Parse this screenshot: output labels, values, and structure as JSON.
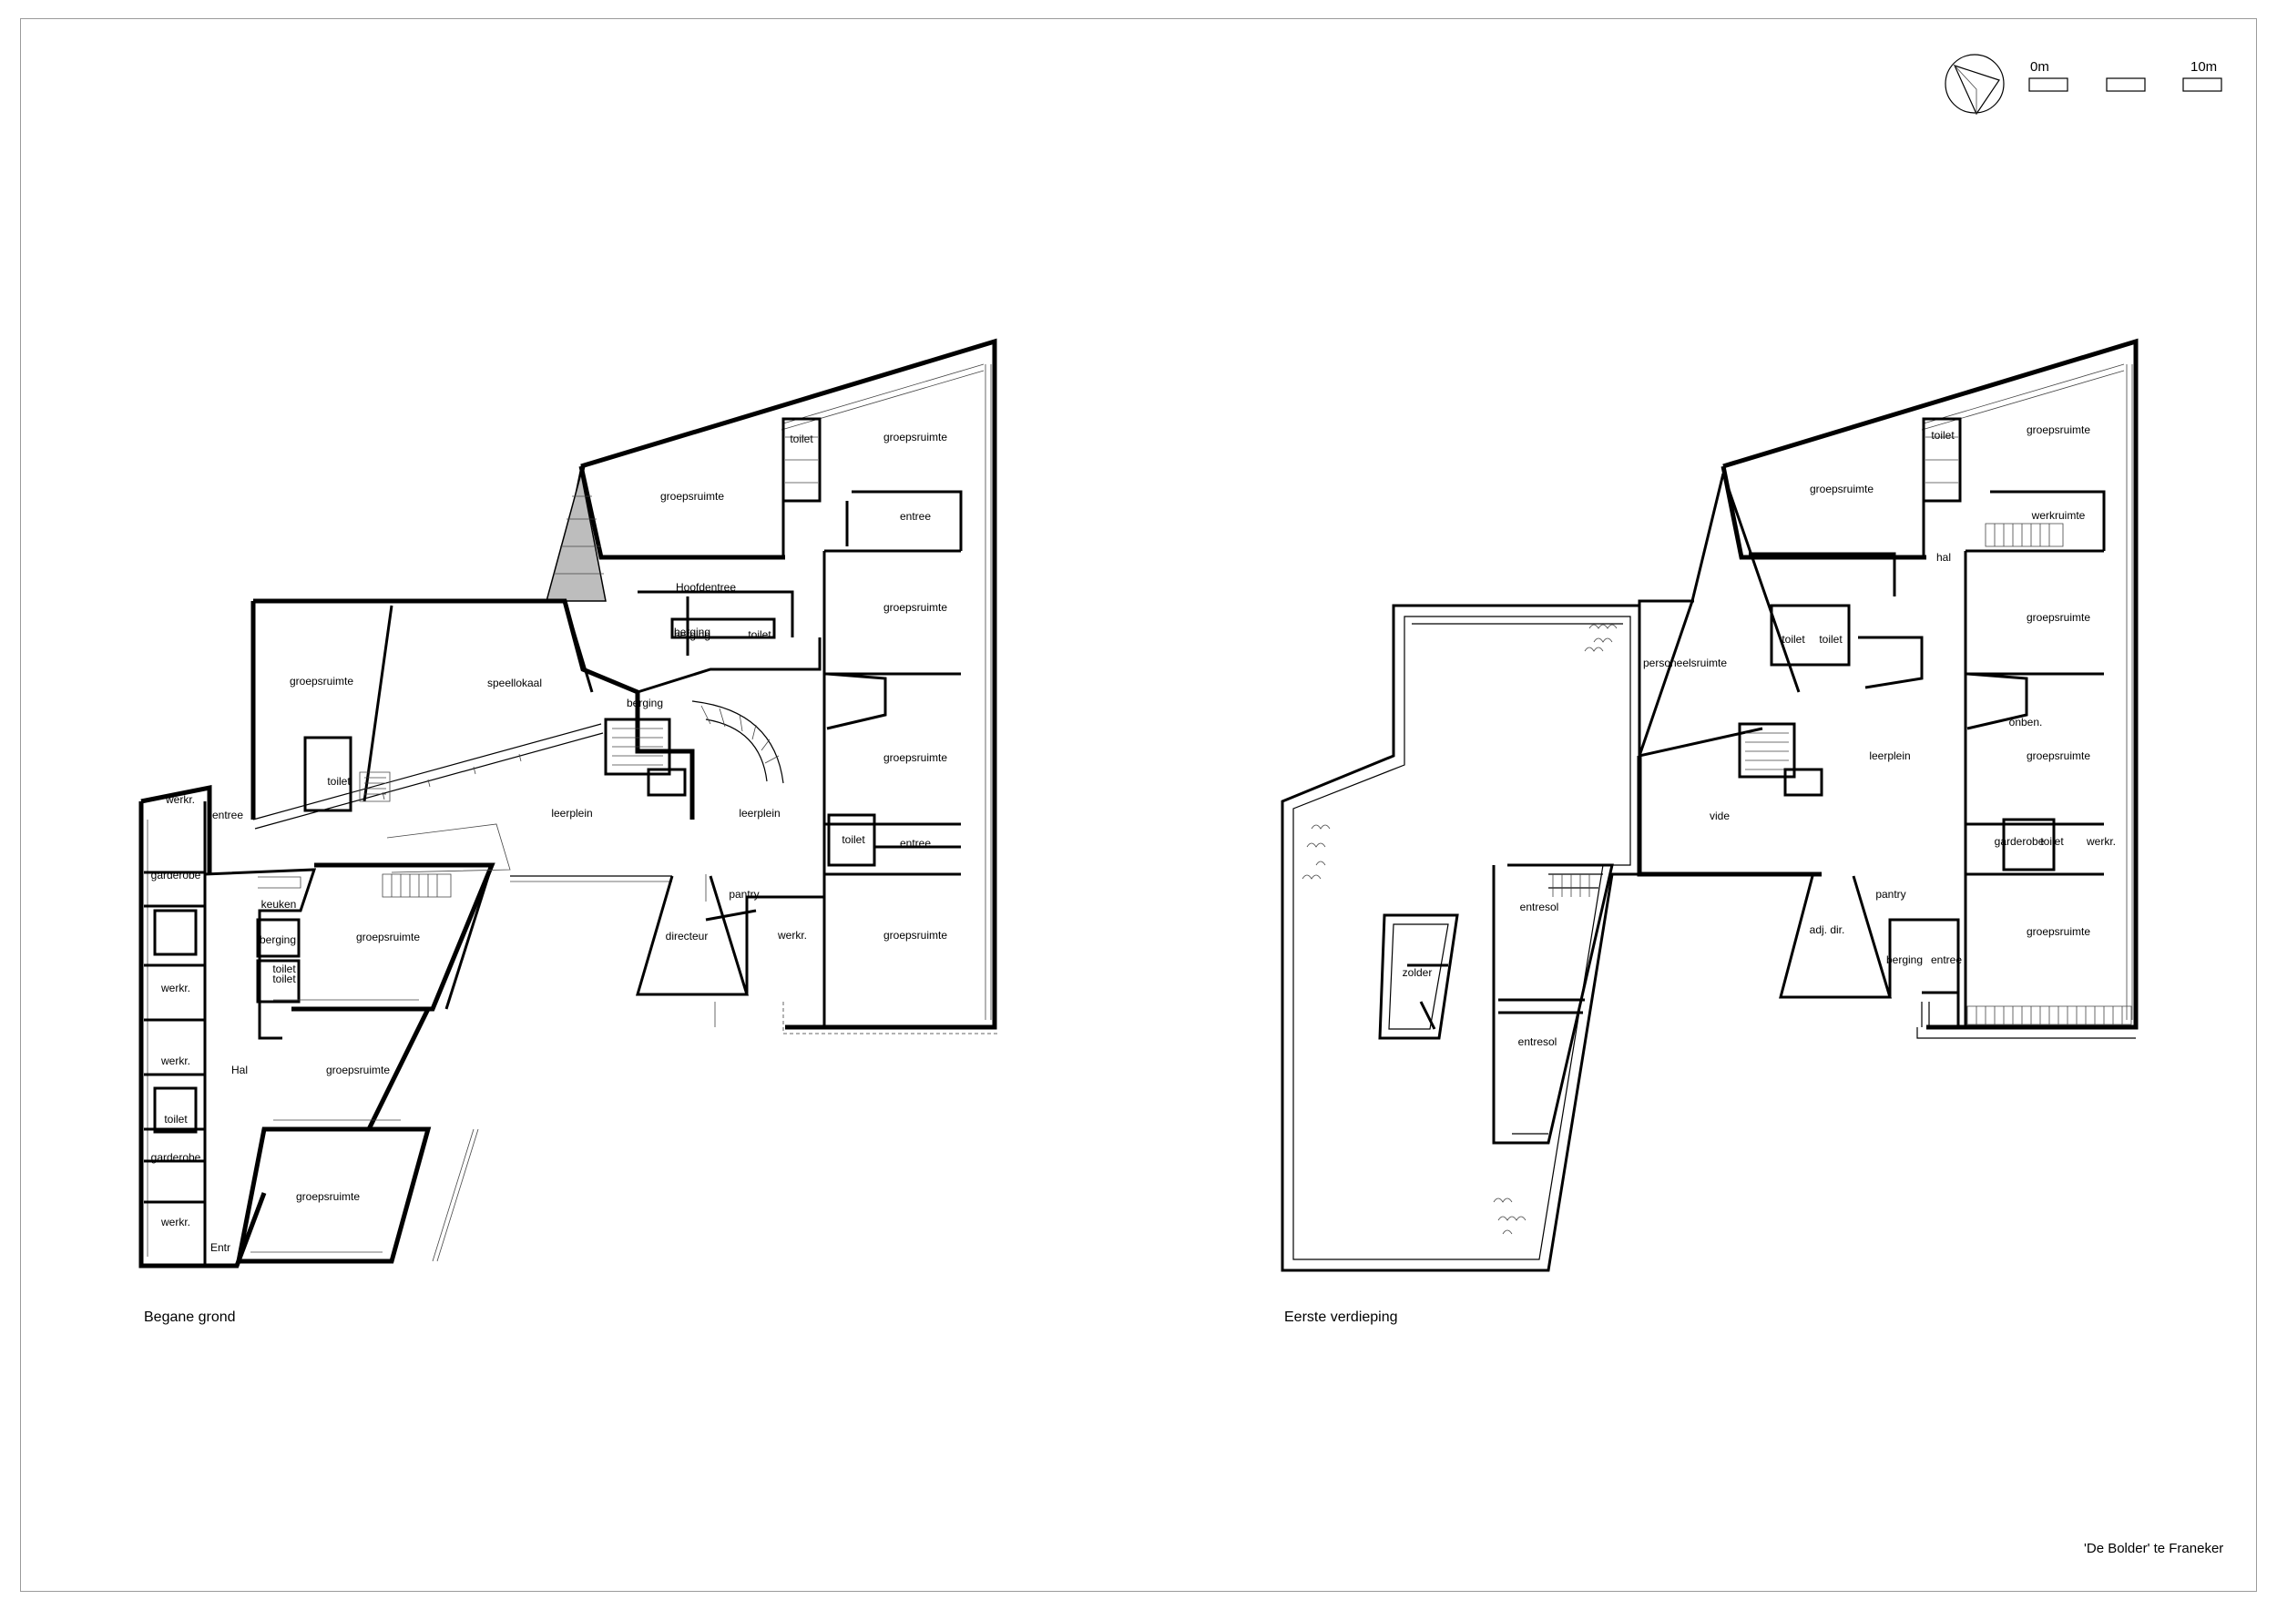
{
  "sheet": {
    "title": "'De Bolder' te Franeker",
    "scale_bar": {
      "start_label": "0m",
      "end_label": "10m"
    },
    "north_arrow_icon": "north-arrow-icon"
  },
  "plans": [
    {
      "caption": "Begane grond",
      "rooms": [
        "groepsruimte",
        "toilet",
        "groepsruimte",
        "entree",
        "Hoofdentree",
        "berging",
        "toilet",
        "groepsruimte",
        "groepsruimte",
        "speellokaal",
        "berging",
        "berging",
        "groepsruimte",
        "toilet",
        "werkr.",
        "entree",
        "leerplein",
        "leerplein",
        "toilet",
        "entree",
        "garderobe",
        "keuken",
        "pantry",
        "directeur",
        "werkr.",
        "groepsruimte",
        "toilet",
        "berging",
        "groepsruimte",
        "toilet",
        "werkr.",
        "werkr.",
        "Hal",
        "groepsruimte",
        "toilet",
        "garderobe",
        "groepsruimte",
        "werkr.",
        "Entr"
      ]
    },
    {
      "caption": "Eerste verdieping",
      "rooms": [
        "groepsruimte",
        "toilet",
        "groepsruimte",
        "werkruimte",
        "hal",
        "groepsruimte",
        "toilet",
        "toilet",
        "personeelsruimte",
        "onben.",
        "groepsruimte",
        "leerplein",
        "vide",
        "garderobe",
        "toilet",
        "werkr.",
        "pantry",
        "entresol",
        "adj. dir.",
        "groepsruimte",
        "berging",
        "entree",
        "zolder",
        "entresol"
      ]
    }
  ]
}
